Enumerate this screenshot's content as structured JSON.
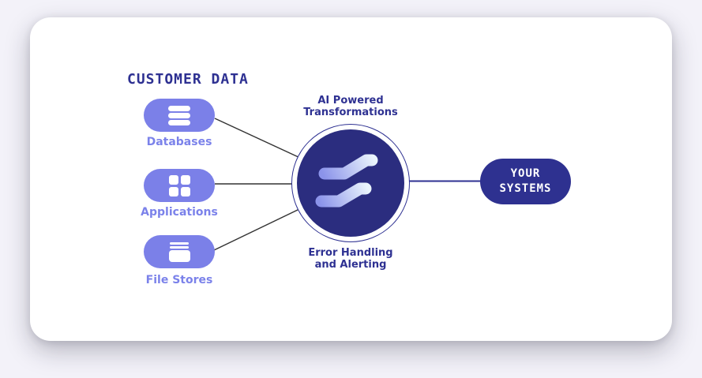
{
  "heading": {
    "label": "CUSTOMER DATA"
  },
  "sources": [
    {
      "label": "Databases",
      "icon": "database-stack-icon"
    },
    {
      "label": "Applications",
      "icon": "app-grid-icon"
    },
    {
      "label": "File Stores",
      "icon": "file-box-icon"
    }
  ],
  "hub": {
    "top_label": "AI Powered\nTransformations",
    "bottom_label": "Error Handling\nand Alerting",
    "logo": "zigzag-flow-logo"
  },
  "destination": {
    "label": "YOUR\nSYSTEMS"
  },
  "colors": {
    "periwinkle": "#7B80E8",
    "label_periwinkle": "#7B82EA",
    "navy": "#2E3192",
    "hub_fill": "#2B2D7F",
    "destination_fill": "#2E3190",
    "connector_dark": "#333333",
    "logo_gradient_start": "#8B93EA",
    "logo_gradient_end": "#EAF4FC",
    "card": "#FFFFFF",
    "page_background": "#F3F2F9"
  }
}
